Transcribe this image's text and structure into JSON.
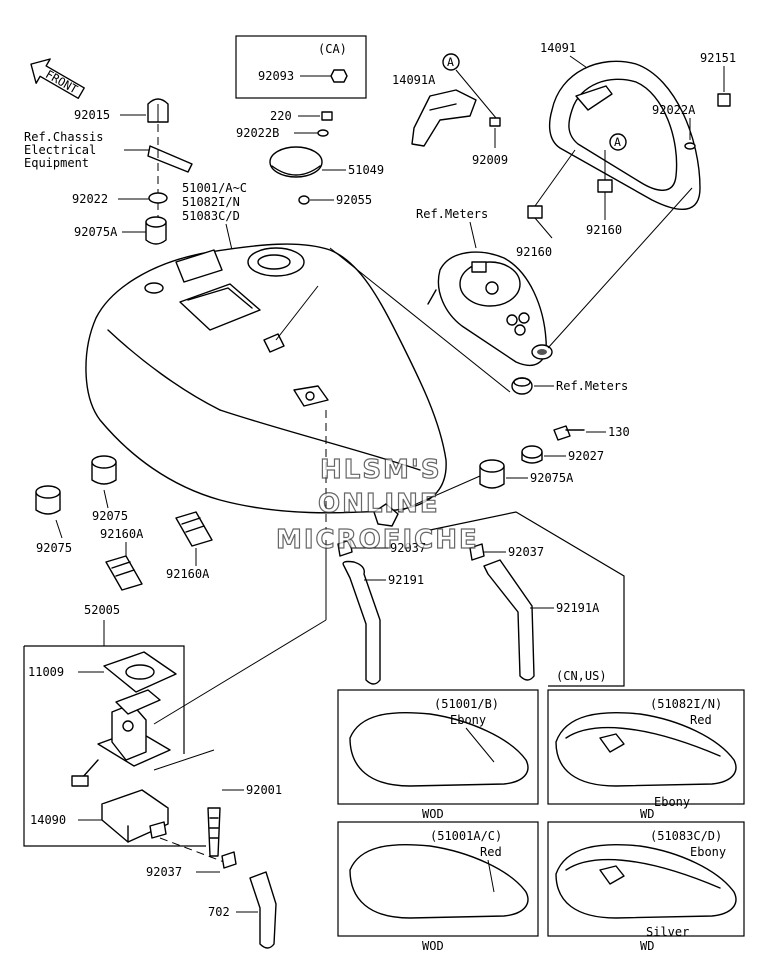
{
  "diagram": {
    "front_arrow": "FRONT",
    "labels": {
      "ca": "(CA)",
      "p92093": "92093",
      "p92015": "92015",
      "ref_chassis_1": "Ref.Chassis",
      "ref_chassis_2": "Electrical",
      "ref_chassis_3": "Equipment",
      "p220": "220",
      "p92022B": "92022B",
      "p51049": "51049",
      "p92022": "92022",
      "p51001": "51001/A~C",
      "p51082": "51082I/N",
      "p51083": "51083C/D",
      "p92055": "92055",
      "p92075A_top": "92075A",
      "p14091A": "14091A",
      "p14091": "14091",
      "p92151": "92151",
      "p92022A": "92022A",
      "p92009": "92009",
      "ref_meters_top": "Ref.Meters",
      "p92160_a": "92160",
      "p92160_b": "92160",
      "ref_meters_right": "Ref.Meters",
      "p130": "130",
      "p92027": "92027",
      "p92075A_mid": "92075A",
      "p92075_a": "92075",
      "p92075_b": "92075",
      "p92160A_a": "92160A",
      "p92160A_b": "92160A",
      "p92037_a": "92037",
      "p92037_b": "92037",
      "p92191": "92191",
      "p92191A": "92191A",
      "cn_us": "(CN,US)",
      "p52005": "52005",
      "p11009": "11009",
      "p92001": "92001",
      "p14090": "14090",
      "p92037_c": "92037",
      "p702": "702",
      "circle_a1": "A",
      "circle_a2": "A"
    },
    "variants": [
      {
        "code": "(51001/B)",
        "color": "Ebony",
        "color2": "",
        "caption": "WOD"
      },
      {
        "code": "(51082I/N)",
        "color": "Red",
        "color2": "Ebony",
        "caption": "WD"
      },
      {
        "code": "(51001A/C)",
        "color": "Red",
        "color2": "",
        "caption": "WOD"
      },
      {
        "code": "(51083C/D)",
        "color": "Ebony",
        "color2": "Silver",
        "caption": "WD"
      }
    ],
    "watermark": [
      "HLSM'S",
      "ONLINE",
      "MICROFICHE"
    ]
  }
}
